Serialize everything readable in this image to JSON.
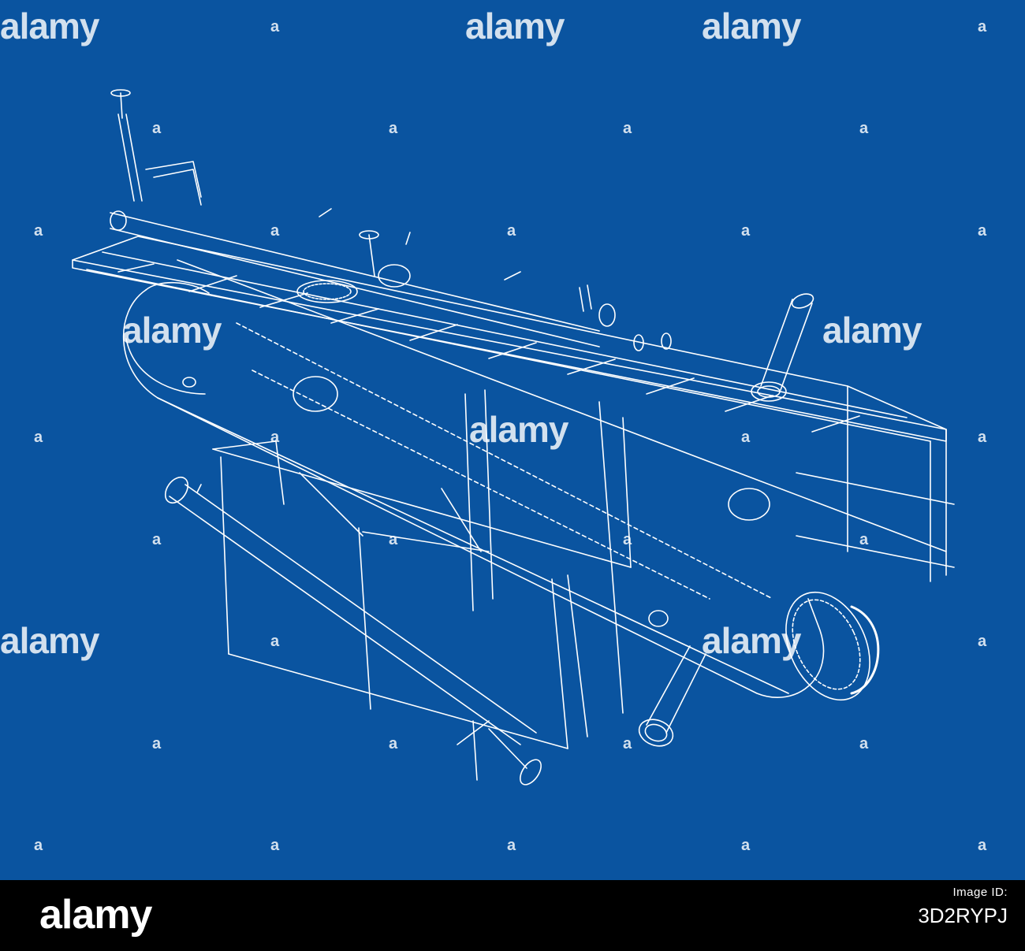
{
  "colors": {
    "background": "#0a54a0",
    "line": "#ffffff",
    "footer": "#000000"
  },
  "watermark": {
    "text": "alamy",
    "mark": "a"
  },
  "footer": {
    "logo": "alamy",
    "image_id_label": "Image ID:",
    "image_id": "3D2RYPJ"
  }
}
